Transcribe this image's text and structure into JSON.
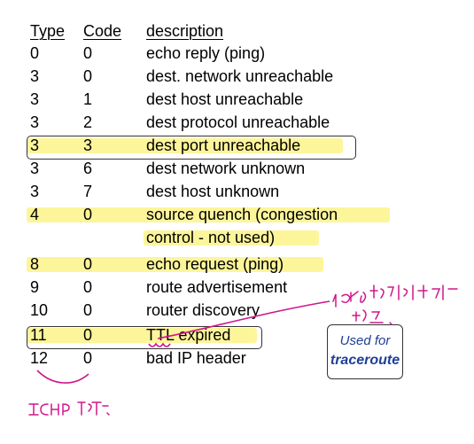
{
  "header": {
    "type": "Type",
    "code": "Code",
    "description": "description"
  },
  "rows": [
    {
      "type": "0",
      "code": "0",
      "desc": "echo reply (ping)"
    },
    {
      "type": "3",
      "code": "0",
      "desc": "dest. network unreachable"
    },
    {
      "type": "3",
      "code": "1",
      "desc": "dest host unreachable"
    },
    {
      "type": "3",
      "code": "2",
      "desc": "dest protocol unreachable"
    },
    {
      "type": "3",
      "code": "3",
      "desc": "dest port unreachable"
    },
    {
      "type": "3",
      "code": "6",
      "desc": "dest network unknown"
    },
    {
      "type": "3",
      "code": "7",
      "desc": "dest host unknown"
    },
    {
      "type": "4",
      "code": "0",
      "desc": "source quench (congestion"
    },
    {
      "type": "",
      "code": "",
      "desc": "control - not used)"
    },
    {
      "type": "8",
      "code": "0",
      "desc": "echo request (ping)"
    },
    {
      "type": "9",
      "code": "0",
      "desc": "route advertisement"
    },
    {
      "type": "10",
      "code": "0",
      "desc": "router discovery"
    },
    {
      "type": "11",
      "code": "0",
      "desc": "TTL expired"
    },
    {
      "type": "12",
      "code": "0",
      "desc": "bad IP header"
    }
  ],
  "callout": {
    "line1": "Used for",
    "line2": "traceroute"
  },
  "colors": {
    "highlight": "#fdf59a",
    "ink": "#d0168c",
    "callout_text": "#1e3e96"
  }
}
